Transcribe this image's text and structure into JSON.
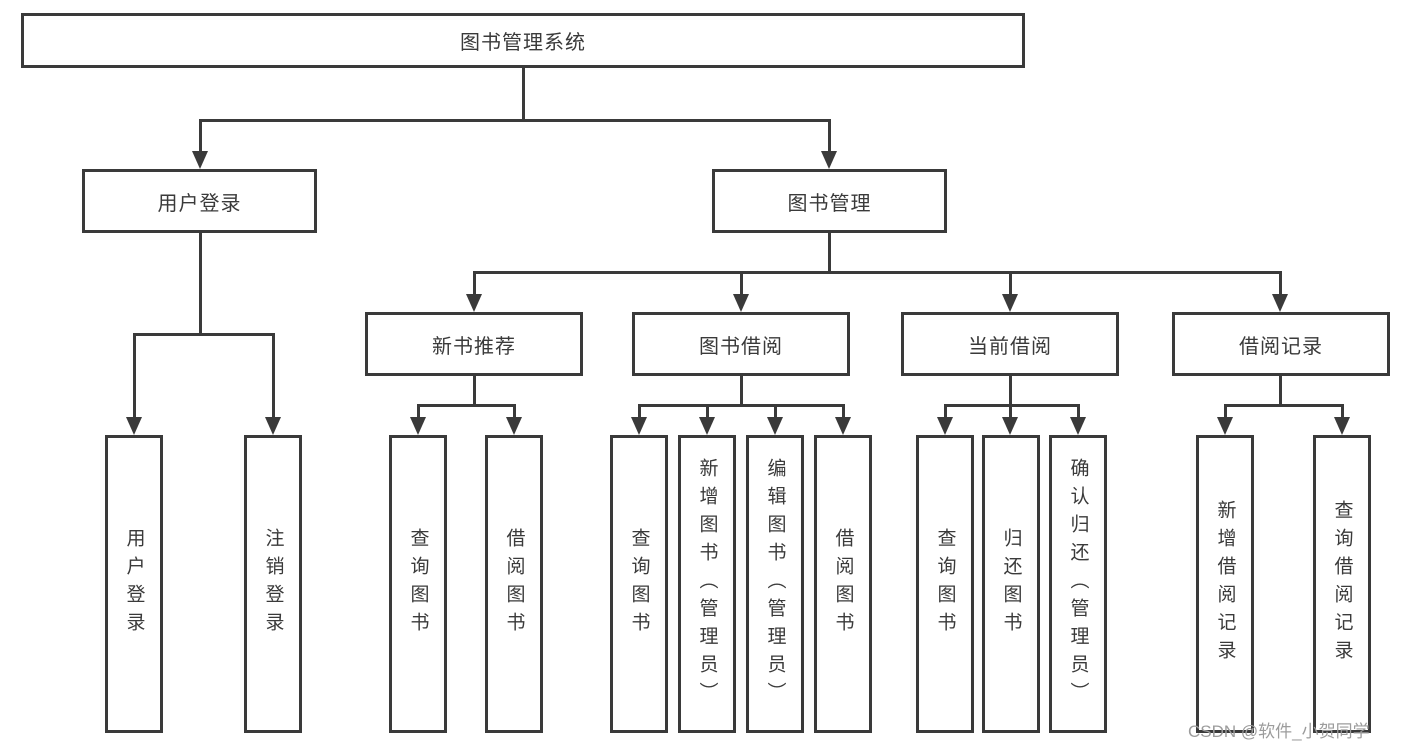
{
  "diagram_title": "图书管理系统",
  "colors": {
    "line": "#3a3a3a",
    "text": "#3a3a3a",
    "background": "#ffffff",
    "watermark": "#9c9c9c"
  },
  "nodes": {
    "root": "图书管理系统",
    "level2": [
      "用户登录",
      "图书管理"
    ],
    "level3": [
      "新书推荐",
      "图书借阅",
      "当前借阅",
      "借阅记录"
    ]
  },
  "leaves": {
    "user_login": [
      "用户登录",
      "注销登录"
    ],
    "new_book_rec": [
      "查询图书",
      "借阅图书"
    ],
    "book_borrow": [
      "查询图书",
      "新增图书（管理员）",
      "编辑图书（管理员）",
      "借阅图书"
    ],
    "current_borrow": [
      "查询图书",
      "归还图书",
      "确认归还（管理员）"
    ],
    "borrow_records": [
      "新增借阅记录",
      "查询借阅记录"
    ]
  },
  "edges": [
    {
      "from": "图书管理系统",
      "to": [
        "用户登录",
        "图书管理"
      ]
    },
    {
      "from": "用户登录",
      "to": [
        "用户登录",
        "注销登录"
      ]
    },
    {
      "from": "图书管理",
      "to": [
        "新书推荐",
        "图书借阅",
        "当前借阅",
        "借阅记录"
      ]
    },
    {
      "from": "新书推荐",
      "to": [
        "查询图书",
        "借阅图书"
      ]
    },
    {
      "from": "图书借阅",
      "to": [
        "查询图书",
        "新增图书（管理员）",
        "编辑图书（管理员）",
        "借阅图书"
      ]
    },
    {
      "from": "当前借阅",
      "to": [
        "查询图书",
        "归还图书",
        "确认归还（管理员）"
      ]
    },
    {
      "from": "借阅记录",
      "to": [
        "新增借阅记录",
        "查询借阅记录"
      ]
    }
  ],
  "watermark": "CSDN @软件_小贺同学"
}
